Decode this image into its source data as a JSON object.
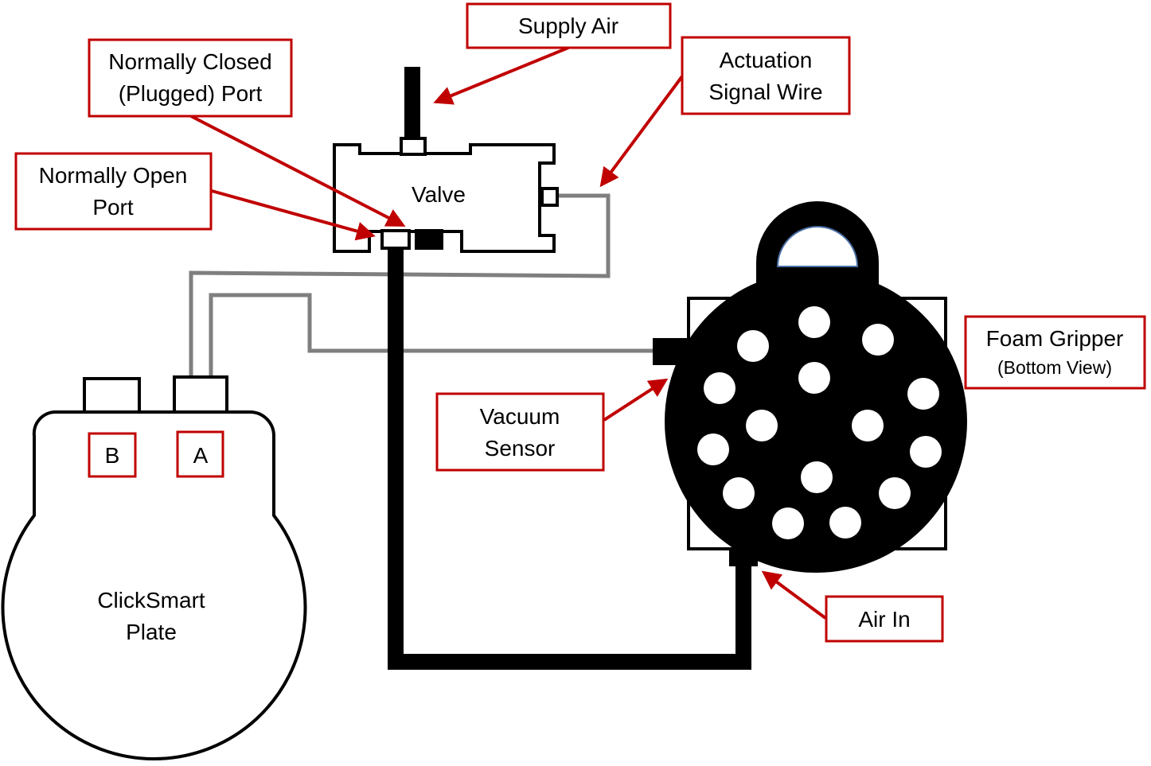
{
  "callouts": {
    "supply_air": [
      "Supply Air"
    ],
    "normally_closed": [
      "Normally Closed",
      "(Plugged) Port"
    ],
    "actuation": [
      "Actuation",
      "Signal Wire"
    ],
    "normally_open": [
      "Normally Open",
      "Port"
    ],
    "foam_gripper": [
      "Foam Gripper",
      "(Bottom View)"
    ],
    "vacuum_sensor": [
      "Vacuum",
      "Sensor"
    ],
    "air_in": [
      "Air In"
    ]
  },
  "valve_label": "Valve",
  "plate_label": [
    "ClickSmart",
    "Plate"
  ],
  "port_b": "B",
  "port_a": "A",
  "colors": {
    "callout_red": "#c00000",
    "line_black": "#000000",
    "wire_gray": "#7f7f7f",
    "handle_inner": "#4a6fa5"
  }
}
